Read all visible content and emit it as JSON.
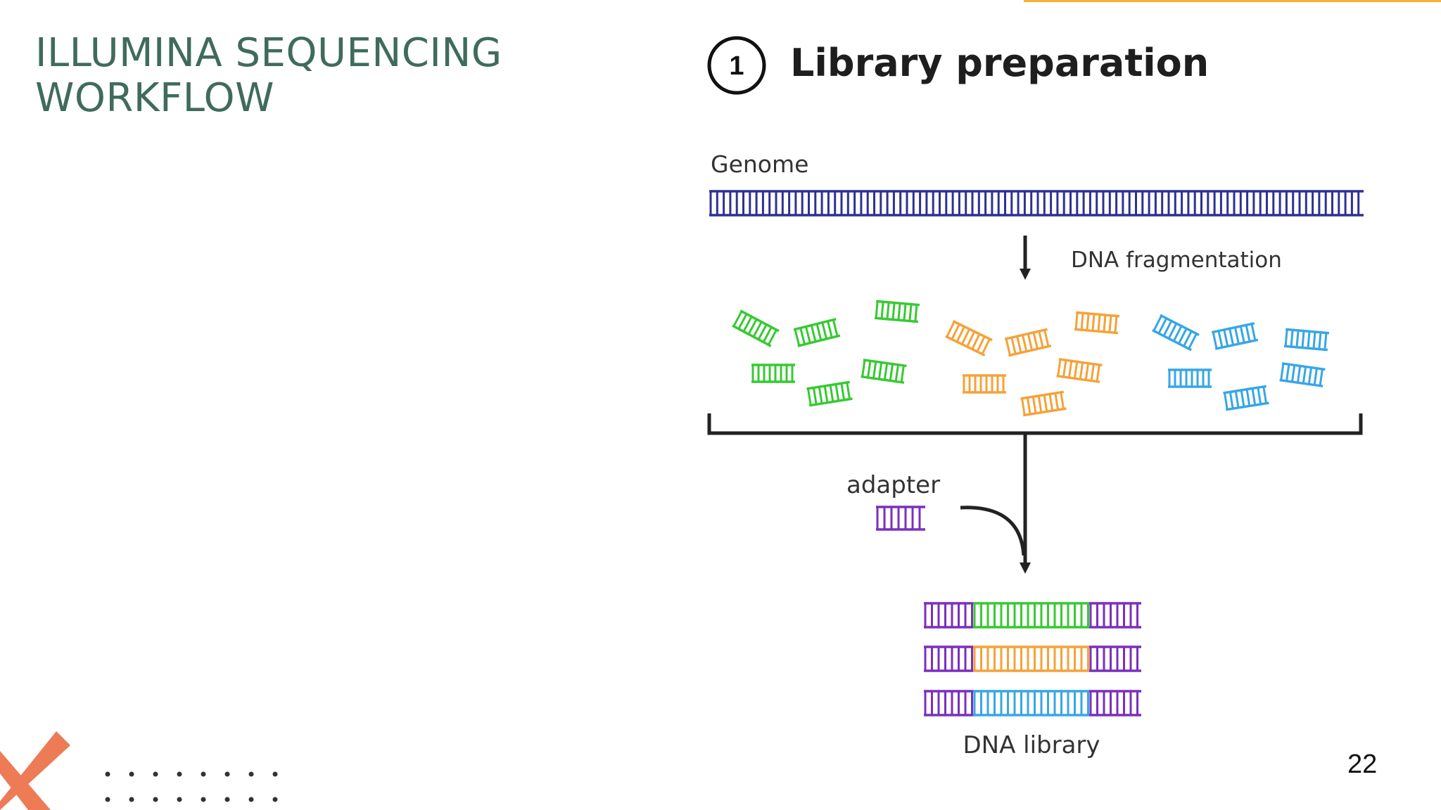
{
  "slide": {
    "title_line1": "ILLUMINA SEQUENCING",
    "title_line2": "WORKFLOW",
    "page_number": "22"
  },
  "diagram": {
    "step_number": "1",
    "step_title": "Library preparation",
    "genome_label": "Genome",
    "fragmentation_label": "DNA fragmentation",
    "adapter_label": "adapter",
    "library_label": "DNA library"
  },
  "colors": {
    "title": "#3f6b5d",
    "genome": "#2e3192",
    "green": "#38c933",
    "orange": "#f5a23a",
    "blue": "#38a6e6",
    "purple": "#7b2fbe",
    "accent_orange": "#ec7b56",
    "top_accent": "#f2b233"
  }
}
